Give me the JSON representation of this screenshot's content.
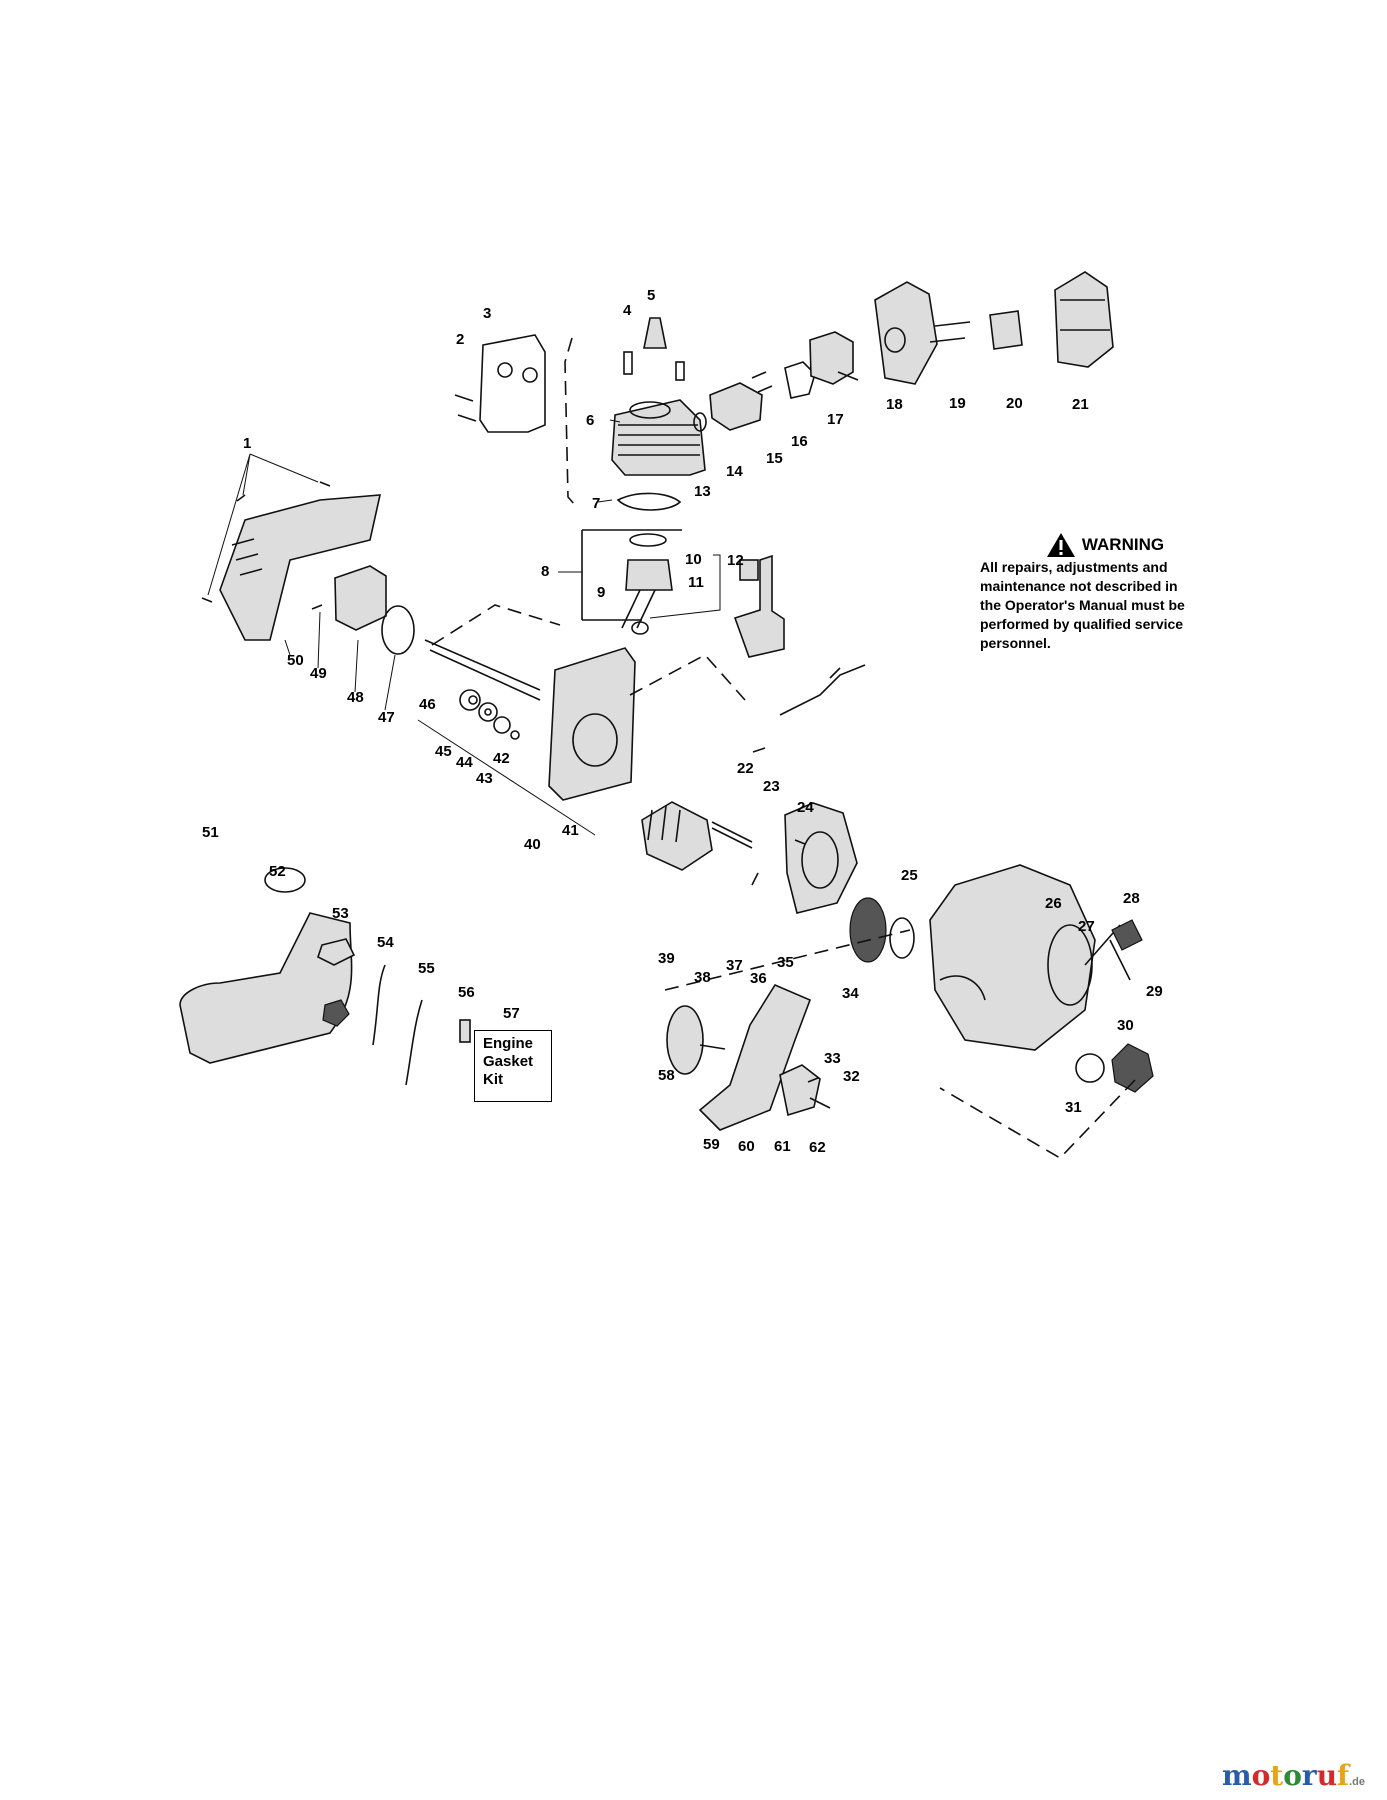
{
  "warning": {
    "heading": "WARNING",
    "lines": [
      "All repairs, adjustments and",
      "maintenance not described in",
      "the Operator's Manual must be",
      "performed by qualified service",
      "personnel."
    ]
  },
  "kit_label": "Engine Gasket Kit",
  "kit_lines": [
    "Engine",
    "Gasket",
    "Kit"
  ],
  "callouts": [
    "1",
    "2",
    "3",
    "4",
    "5",
    "6",
    "7",
    "8",
    "9",
    "10",
    "11",
    "12",
    "13",
    "14",
    "15",
    "16",
    "17",
    "18",
    "19",
    "20",
    "21",
    "22",
    "23",
    "24",
    "25",
    "26",
    "27",
    "28",
    "29",
    "30",
    "31",
    "32",
    "33",
    "34",
    "35",
    "36",
    "37",
    "38",
    "39",
    "40",
    "41",
    "42",
    "43",
    "44",
    "45",
    "46",
    "47",
    "48",
    "49",
    "50",
    "51",
    "52",
    "53",
    "54",
    "55",
    "56",
    "57",
    "58",
    "59",
    "60",
    "61",
    "62"
  ],
  "watermark": {
    "text": "motoruf",
    "suffix": ".de",
    "colors": [
      "#2a5da8",
      "#d42a2a",
      "#e8a317",
      "#2a8a3a",
      "#2a5da8",
      "#d42a2a",
      "#e8a317"
    ]
  },
  "icons": [
    "warning-triangle-icon"
  ]
}
